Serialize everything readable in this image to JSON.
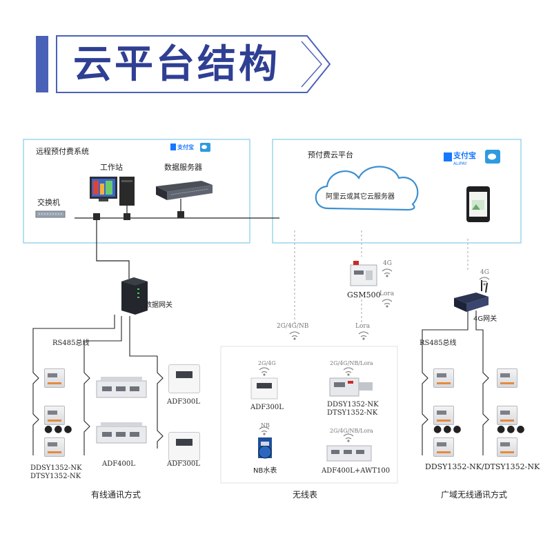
{
  "title": "云平台结构",
  "local_system": {
    "label": "远程预付费系统",
    "alipay": "支付宝",
    "workstation": "工作站",
    "data_server": "数据服务器",
    "switch": "交换机",
    "gateway": "数据网关"
  },
  "cloud_platform": {
    "label": "预付费云平台",
    "alipay": "支付宝",
    "alipay_en": "ALIPAY",
    "cloud": "阿里云或其它云服务器"
  },
  "wireless_labels": {
    "gsm_model": "GSM500",
    "gsm_4g": "4G",
    "gsm_lora": "Lora",
    "link_2g4gnb": "2G/4G/NB",
    "link_lora": "Lora",
    "phone_4g": "4G",
    "gateway_4g": "4G网关"
  },
  "wired_section": {
    "bus": "RS485总线",
    "meter_model_1": "DDSY1352-NK",
    "meter_model_2": "DTSY1352-NK",
    "adf400": "ADF400L",
    "adf300_top": "ADF300L",
    "adf300_bottom": "ADF300L",
    "caption": "有线通讯方式"
  },
  "wireless_section": {
    "adf300_tag": "2G/4G",
    "adf300": "ADF300L",
    "ddsy_tag": "2G/4G/NB/Lora",
    "ddsy_1": "DDSY1352-NK",
    "ddsy_2": "DTSY1352-NK",
    "nb_tag": "NB",
    "nb": "NB水表",
    "awt_tag": "2G/4G/NB/Lora",
    "awt": "ADF400L+AWT100",
    "caption": "无线表"
  },
  "wan_section": {
    "bus": "RS485总线",
    "models": "DDSY1352-NK/DTSY1352-NK",
    "caption": "广域无线通讯方式"
  },
  "colors": {
    "accent": "#4a61b8",
    "title": "#2f3f93",
    "box_border": "#8ad0e8",
    "cloud": "#3c8fd0"
  }
}
